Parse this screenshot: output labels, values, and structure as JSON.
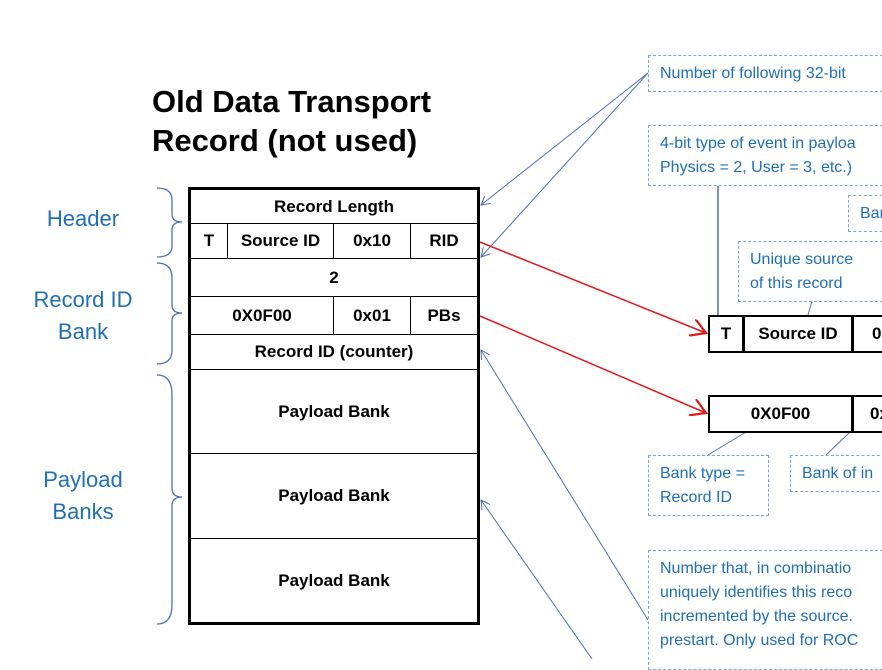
{
  "title": [
    "Old Data Transport",
    "Record (not used)"
  ],
  "groups": {
    "header": "Header",
    "record_id_bank": [
      "Record ID",
      "Bank"
    ],
    "payload_banks": [
      "Payload",
      "Banks"
    ]
  },
  "table": {
    "record_length": "Record Length",
    "t": "T",
    "source_id": "Source ID",
    "hex10": "0x10",
    "rid": "RID",
    "two": "2",
    "bank_type": "0X0F00",
    "hex01": "0x01",
    "pbs": "PBs",
    "record_id": "Record ID (counter)",
    "payload": [
      "Payload Bank",
      "Payload Bank",
      "Payload Bank"
    ]
  },
  "detail": {
    "t": "T",
    "source_id": "Source ID",
    "cut1": "0",
    "bank_type": "0X0F00",
    "cut2": "0x"
  },
  "notes": {
    "n1": "Number of following 32-bit",
    "n2": [
      "4-bit type of event in payloa",
      "Physics = 2, User = 3, etc.)"
    ],
    "n3": "Ban",
    "n4": [
      "Unique source",
      "of this record"
    ],
    "n5": [
      "Bank type =",
      "Record ID"
    ],
    "n6": "Bank of in",
    "n7": [
      "Number that, in combinatio",
      "uniquely identifies this reco",
      "incremented by the source.",
      "prestart. Only used for ROC"
    ]
  },
  "colors": {
    "accent": "#1f6fb5",
    "arrow_red": "#e0191b",
    "line_blue": "#4a72b0"
  }
}
